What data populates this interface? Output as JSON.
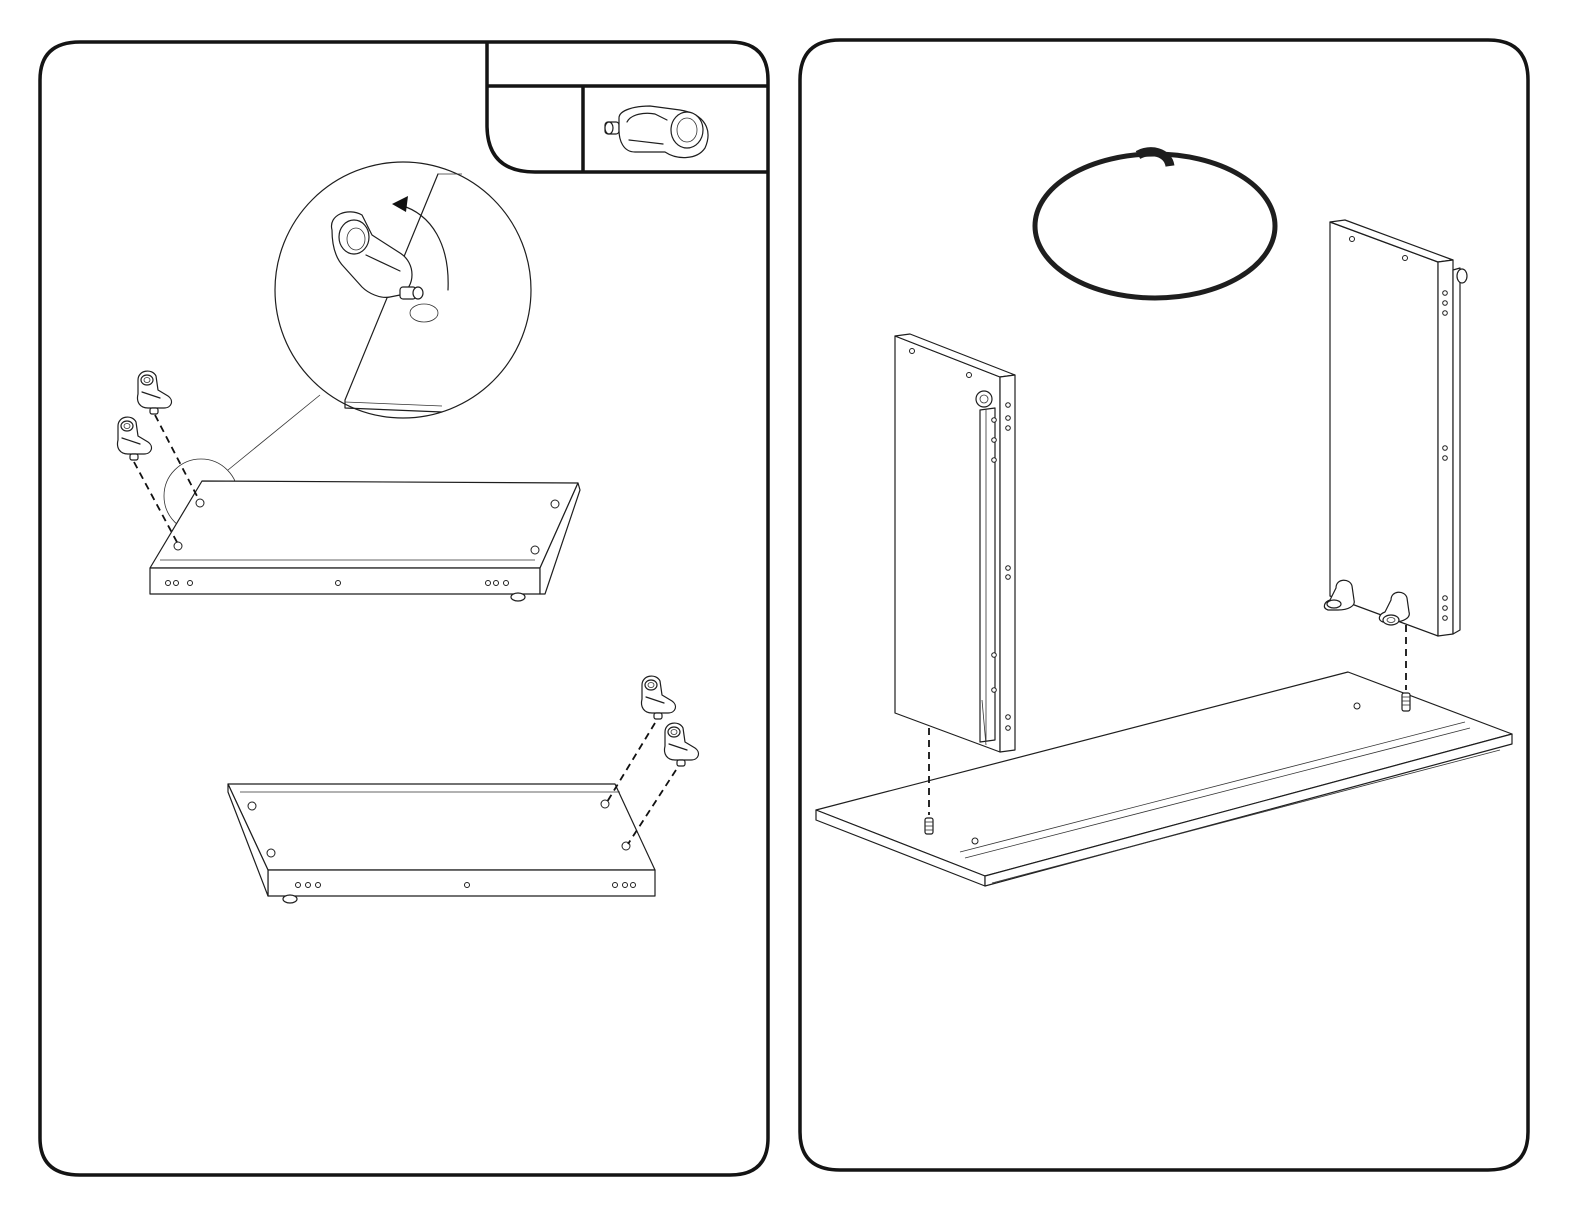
{
  "page": {
    "background": "#ffffff",
    "line_color": "#1e1e1e"
  },
  "left_panel": {
    "parts_box": {
      "header_text": "",
      "quantity_text": "",
      "part_icon": "shelf-support-pin-icon"
    },
    "zoom_detail": {
      "icon": "rotate-arrow-icon"
    },
    "steps": [
      {
        "icon": "shelf-support-pin-icon",
        "count": 2,
        "side": "left"
      },
      {
        "icon": "shelf-support-pin-icon",
        "count": 2,
        "side": "right"
      }
    ]
  },
  "right_panel": {
    "oval_icon": "circle-callout-icon",
    "step_text": ""
  }
}
